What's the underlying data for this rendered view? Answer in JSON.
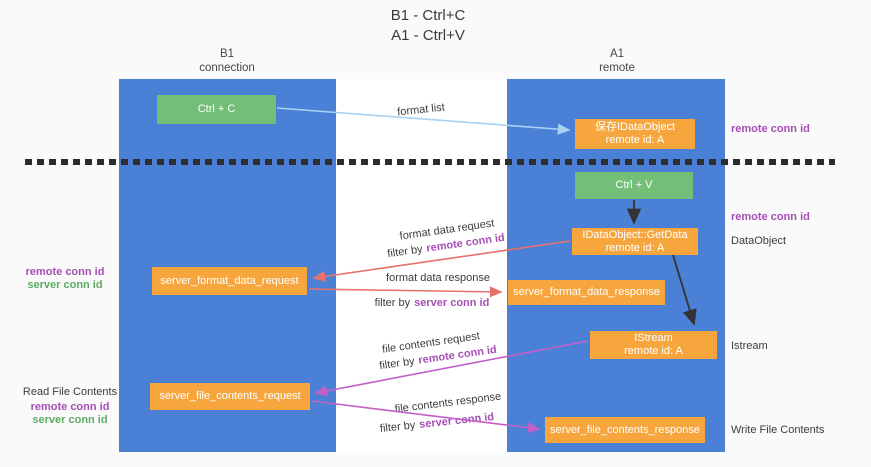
{
  "title": {
    "line1": "B1 - Ctrl+C",
    "line2": "A1 - Ctrl+V"
  },
  "lifelines": {
    "left": {
      "name": "B1",
      "role": "connection"
    },
    "right": {
      "name": "A1",
      "role": "remote"
    }
  },
  "nodes": {
    "ctrl_c": "Ctrl + C",
    "ctrl_v": "Ctrl + V",
    "save_idataobject": {
      "line1": "保存IDataObject",
      "line2": "remote id: A"
    },
    "getdata": {
      "line1": "IDataObject::GetData",
      "line2": "remote id: A"
    },
    "istream": {
      "line1": "IStream",
      "line2": "remote id: A"
    },
    "server_format_data_request": "server_format_data_request",
    "server_format_data_response": "server_format_data_response",
    "server_file_contents_request": "server_file_contents_request",
    "server_file_contents_response": "server_file_contents_response"
  },
  "flow_labels": {
    "format_list": "format list",
    "format_data_request": "format data request",
    "format_data_response": "format data response",
    "file_contents_request": "file contents request",
    "file_contents_response": "file contents response",
    "filter_by": "filter by",
    "remote_conn_id": "remote conn id",
    "server_conn_id": "server conn id"
  },
  "annotations": {
    "right_remote_conn_id_top": "remote conn id",
    "right_remote_conn_id_mid": "remote conn id",
    "dataobject": "DataObject",
    "istream": "Istream",
    "write_file_contents": "Write File Contents",
    "read_file_contents": "Read File Contents",
    "left_remote_conn_id_1": "remote conn id",
    "left_server_conn_id_1": "server conn id",
    "left_remote_conn_id_2": "remote conn id",
    "left_server_conn_id_2": "server conn id"
  },
  "colors": {
    "lifeline_blue": "#4a80d5",
    "node_green": "#74bf78",
    "node_orange": "#f7a63e",
    "arrow_blue": "#a9d2f2",
    "arrow_red": "#e8716e",
    "arrow_magenta": "#c45fc7",
    "arrow_black": "#333333",
    "text_purple": "#a64fb5",
    "text_green": "#5cab60",
    "text_dark": "#3c3c3c",
    "background": "#fafafa",
    "dashed_line": "#2d2d2d"
  }
}
